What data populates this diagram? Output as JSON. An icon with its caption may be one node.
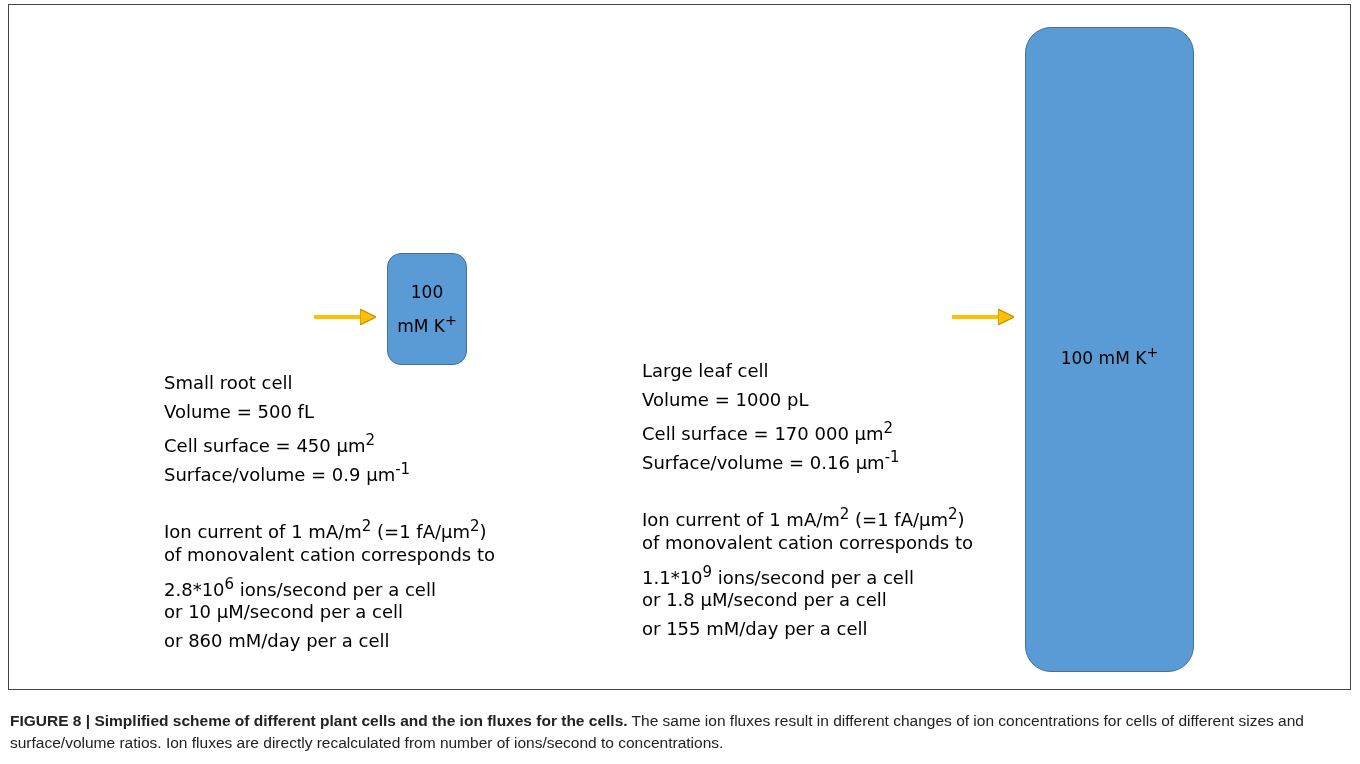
{
  "diagram": {
    "caption": "**FIGURE 8 | Simplified scheme of different plant cells and the ion fluxes for the cells.** The same ion fluxes result in different changes of ion concentrations for cells of different sizes and surface/volume ratios. Ion fluxes are directly recalculated from number of ions/second to concentrations.",
    "nodes": [
      {
        "text": [
          "100 mM K$^{+}$"
        ]
      },
      {
        "text": [
          "100 mM K$^{+}$"
        ]
      }
    ],
    "edges": [
      {
        "from": null,
        "to": 0,
        "arrow": "to"
      },
      {
        "from": null,
        "to": 1,
        "arrow": "to"
      }
    ],
    "labels": [
      "Small root cell",
      "Volume = 500 fL",
      "Cell surface = 450 μm$^{2}$",
      "Surface/volume = 0.9 μm$^{-1}$",
      "Ion current of 1 mA/m$^{2}$ (=1 fA/μm$^{2}$)",
      "of monovalent cation corresponds to",
      "2.8*10$^{6}$ ions/second per a cell",
      "or 10 μM/second per a cell",
      "or 860 mM/day per a cell",
      "Large leaf cell",
      "Volume = 1000 pL",
      "Cell surface = 170 000 μm$^{2}$",
      "Surface/volume = 0.16 μm$^{-1}$",
      "Ion current of 1 mA/m$^{2}$ (=1 fA/μm$^{2}$)",
      "of monovalent cation corresponds to",
      "1.1*10$^{9}$ ions/second per a cell",
      "or 1.8 μM/second per a cell",
      "or 155 mM/day per a cell"
    ]
  }
}
